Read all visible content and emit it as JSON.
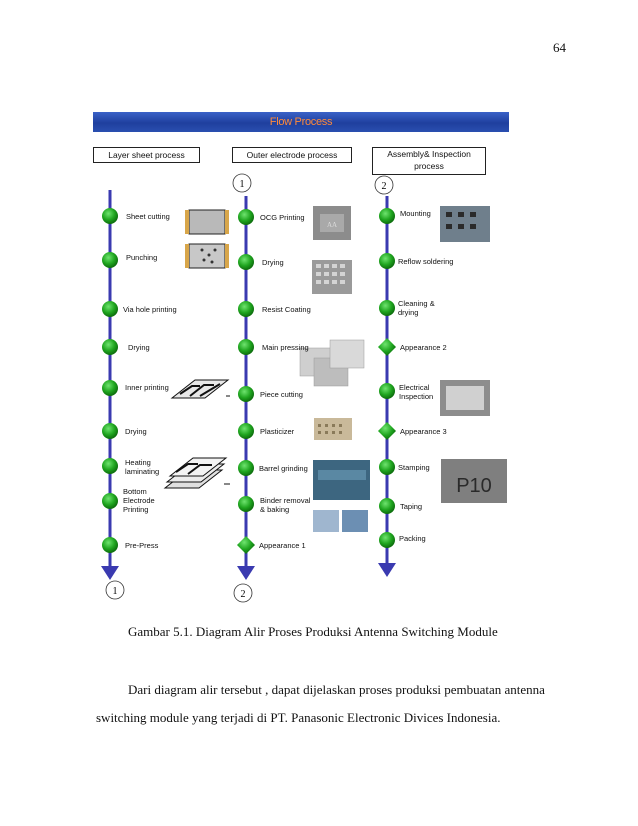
{
  "page_number": "64",
  "diagram": {
    "title": "Flow Process",
    "columns": [
      {
        "header": "Layer sheet process",
        "steps": [
          "Sheet cutting",
          "Punching",
          "Via hole printing",
          "Drying",
          "Inner printing",
          "Drying",
          "Heating laminating",
          "Bottom Electrode Printing",
          "Pre-Press"
        ]
      },
      {
        "header": "Outer electrode process",
        "steps": [
          "OCG Printing",
          "Drying",
          "Resist Coating",
          "Main pressing",
          "Piece cutting",
          "Plasticizer",
          "Barrel grinding",
          "Binder removal & baking",
          "Appearance 1"
        ]
      },
      {
        "header": "Assembly& Inspection process",
        "steps": [
          "Mounting",
          "Reflow soldering",
          "Cleaning & drying",
          "Appearance 2",
          "Electrical Inspection",
          "Appearance 3",
          "Stamping",
          "Taping",
          "Packing"
        ]
      }
    ],
    "connectors": {
      "col1_top": "1",
      "col1_bottom": "1",
      "col2_top": "2",
      "col2_bottom": "2"
    },
    "stamp_text": "P10"
  },
  "caption": "Gambar 5.1. Diagram Alir Proses Produksi Antenna Switching Module",
  "paragraph": {
    "line1": "Dari diagram alir tersebut , dapat dijelaskan proses produksi pembuatan antenna",
    "line2": "switching module yang terjadi di PT. Panasonic Electronic Divices Indonesia."
  },
  "colors": {
    "node": "#1fa51f",
    "line": "#3a3ab0",
    "title_bar": "#2a4fb0",
    "title_text": "#ff8a3a"
  }
}
